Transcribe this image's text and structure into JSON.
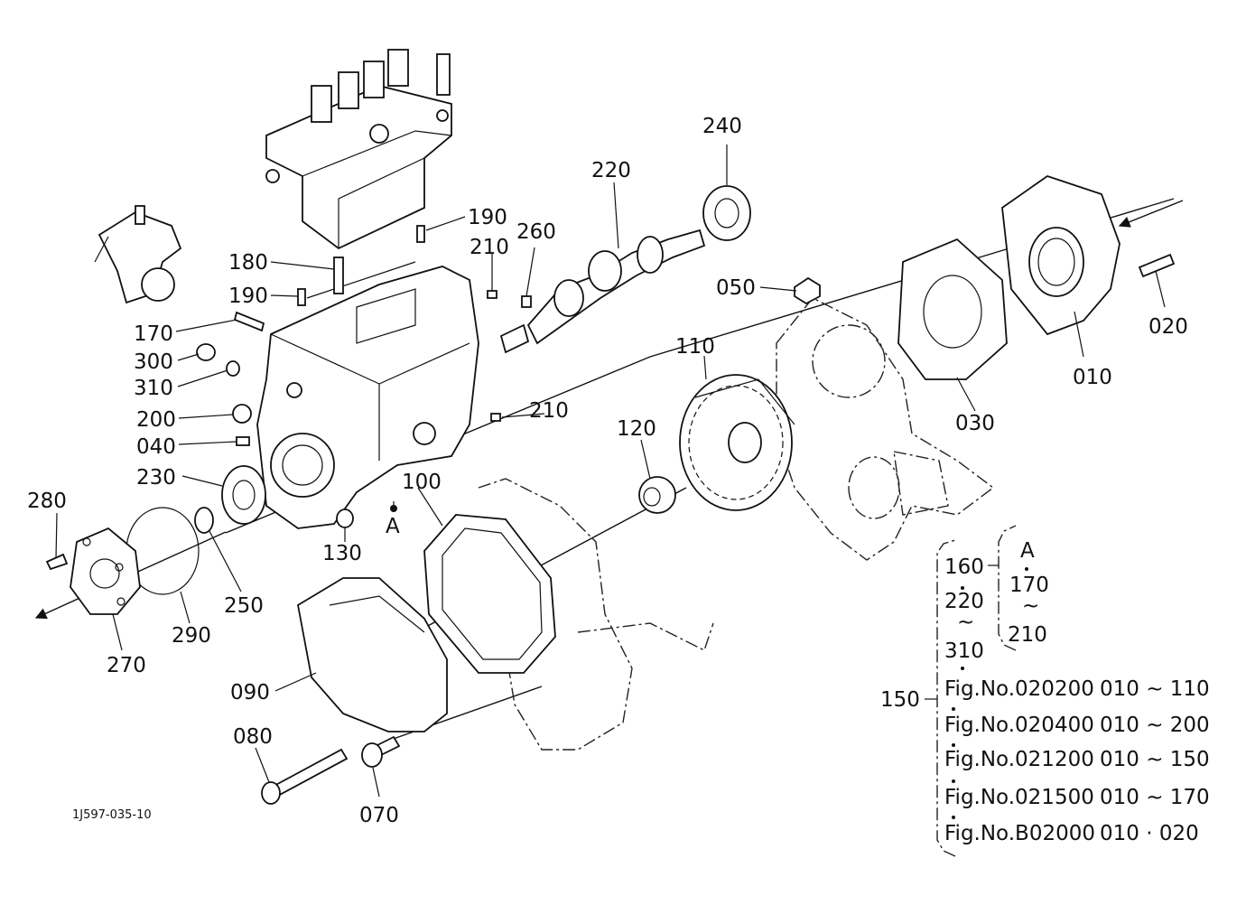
{
  "drawing_code": "1J597-035-10",
  "labels": {
    "l240": "240",
    "l220": "220",
    "l190a": "190",
    "l260": "260",
    "l210a": "210",
    "l180": "180",
    "l190b": "190",
    "l050": "050",
    "l020": "020",
    "l010": "010",
    "l170": "170",
    "l300": "300",
    "l310": "310",
    "l200": "200",
    "l040": "040",
    "l230": "230",
    "l110": "110",
    "l030": "030",
    "l210b": "210",
    "l120": "120",
    "l100": "100",
    "l130": "130",
    "lA": "A",
    "l280": "280",
    "l250": "250",
    "l290": "290",
    "l270": "270",
    "l090": "090",
    "l080": "080",
    "l070": "070"
  },
  "legend": {
    "left_col": [
      "160",
      "220",
      "~",
      "310"
    ],
    "right_col": [
      "A",
      "170",
      "~",
      "210"
    ],
    "assy": "150",
    "rows": [
      {
        "fig": "Fig.No.020200",
        "range": "010 ~ 110"
      },
      {
        "fig": "Fig.No.020400",
        "range": "010 ~ 200"
      },
      {
        "fig": "Fig.No.021200",
        "range": "010 ~ 150"
      },
      {
        "fig": "Fig.No.021500",
        "range": "010 ~ 170"
      },
      {
        "fig": "Fig.No.B02000",
        "range": "010 · 020"
      }
    ]
  }
}
